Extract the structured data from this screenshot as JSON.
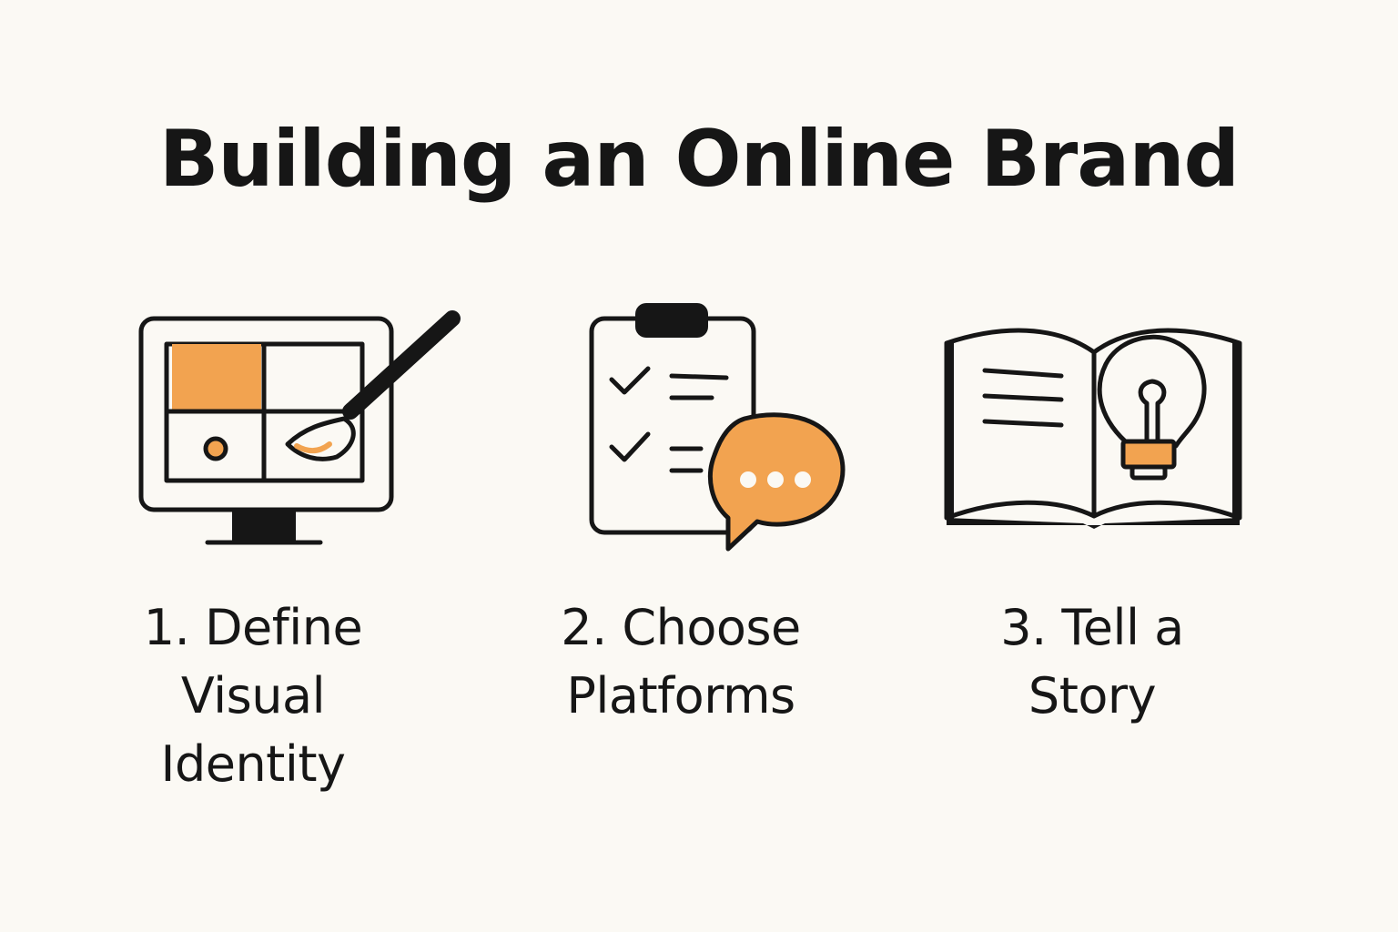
{
  "title": "Building an Online Brand",
  "accent_color": "#f2a350",
  "ink_color": "#161616",
  "background_color": "#fbf9f4",
  "steps": [
    {
      "lines": [
        "1. Define",
        "Visual",
        "Identity"
      ],
      "icon": "monitor-paintbrush-icon"
    },
    {
      "lines": [
        "2. Choose",
        "Platforms"
      ],
      "icon": "clipboard-chat-icon"
    },
    {
      "lines": [
        "3. Tell a",
        "Story"
      ],
      "icon": "book-lightbulb-icon"
    }
  ]
}
